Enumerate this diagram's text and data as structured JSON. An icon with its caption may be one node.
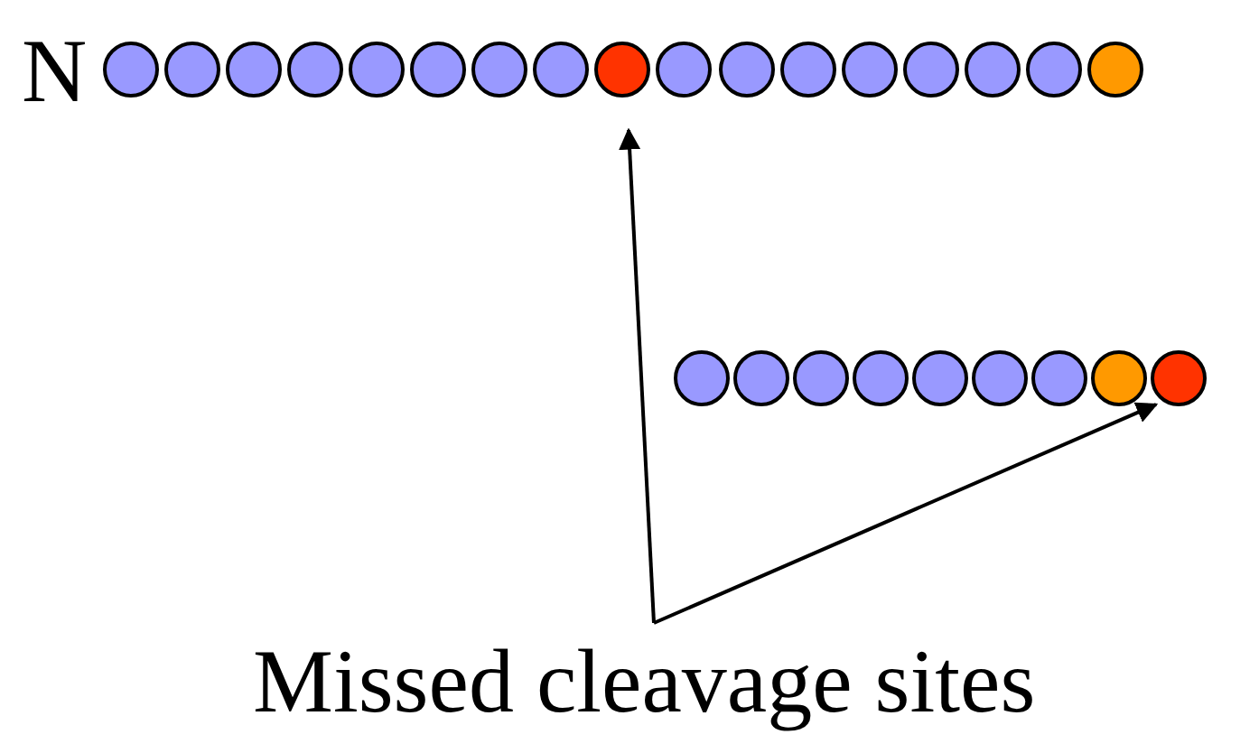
{
  "diagram": {
    "nodes": [
      {
        "text": [],
        "shape": "circle"
      },
      {
        "text": [],
        "shape": "circle"
      },
      {
        "text": [],
        "shape": "circle"
      },
      {
        "text": [],
        "shape": "circle"
      },
      {
        "text": [],
        "shape": "circle"
      },
      {
        "text": [],
        "shape": "circle"
      },
      {
        "text": [],
        "shape": "circle"
      },
      {
        "text": [],
        "shape": "circle"
      },
      {
        "text": [],
        "shape": "circle"
      },
      {
        "text": [],
        "shape": "circle"
      },
      {
        "text": [],
        "shape": "circle"
      },
      {
        "text": [],
        "shape": "circle"
      },
      {
        "text": [],
        "shape": "circle"
      },
      {
        "text": [],
        "shape": "circle"
      },
      {
        "text": [],
        "shape": "circle"
      },
      {
        "text": [],
        "shape": "circle"
      },
      {
        "text": [],
        "shape": "circle"
      },
      {
        "text": [],
        "shape": "circle"
      },
      {
        "text": [],
        "shape": "circle"
      },
      {
        "text": [],
        "shape": "circle"
      },
      {
        "text": [],
        "shape": "circle"
      },
      {
        "text": [],
        "shape": "circle"
      },
      {
        "text": [],
        "shape": "circle"
      },
      {
        "text": [],
        "shape": "circle"
      },
      {
        "text": [],
        "shape": "circle"
      },
      {
        "text": [],
        "shape": "circle"
      },
      {
        "text": [
          "Missed cleavage sites"
        ]
      }
    ],
    "edges": [
      {
        "from": 26,
        "to": 8,
        "arrow": "to"
      },
      {
        "from": 26,
        "to": 25,
        "arrow": "to"
      }
    ],
    "labels": [
      "N"
    ]
  }
}
